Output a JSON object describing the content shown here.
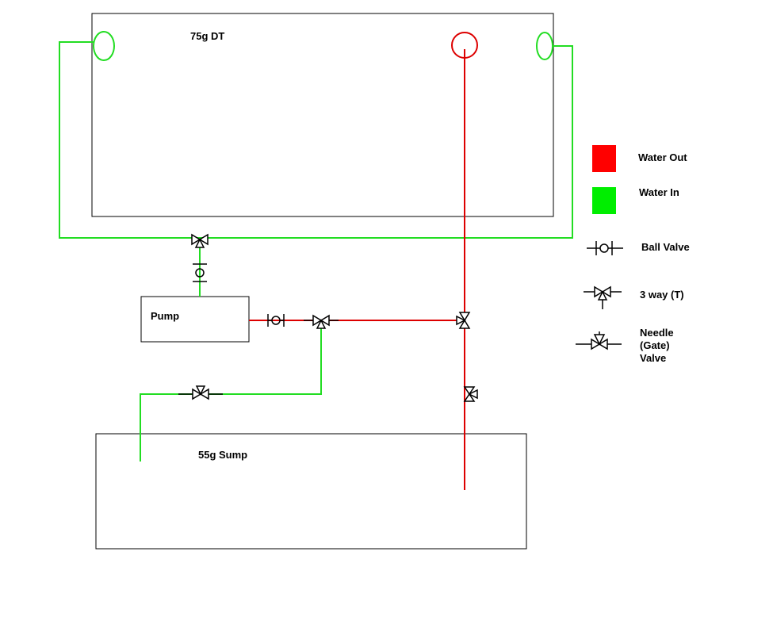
{
  "tanks": {
    "display_tank": {
      "label": "75g DT"
    },
    "sump": {
      "label": "55g Sump"
    },
    "pump": {
      "label": "Pump"
    }
  },
  "legend": {
    "water_out": {
      "label": "Water Out",
      "color": "#ff0000"
    },
    "water_in": {
      "label": "Water In",
      "color": "#00ee00"
    },
    "ball_valve": {
      "label": "Ball Valve",
      "icon": "ball-valve-icon"
    },
    "three_way": {
      "label": "3 way (T)",
      "icon": "three-way-valve-icon"
    },
    "needle_valve": {
      "lines": [
        "Needle",
        "(Gate)",
        "Valve"
      ],
      "icon": "needle-valve-icon"
    }
  },
  "colors": {
    "line_in": "#22dd22",
    "line_out": "#dd0000",
    "outline": "#000000"
  }
}
